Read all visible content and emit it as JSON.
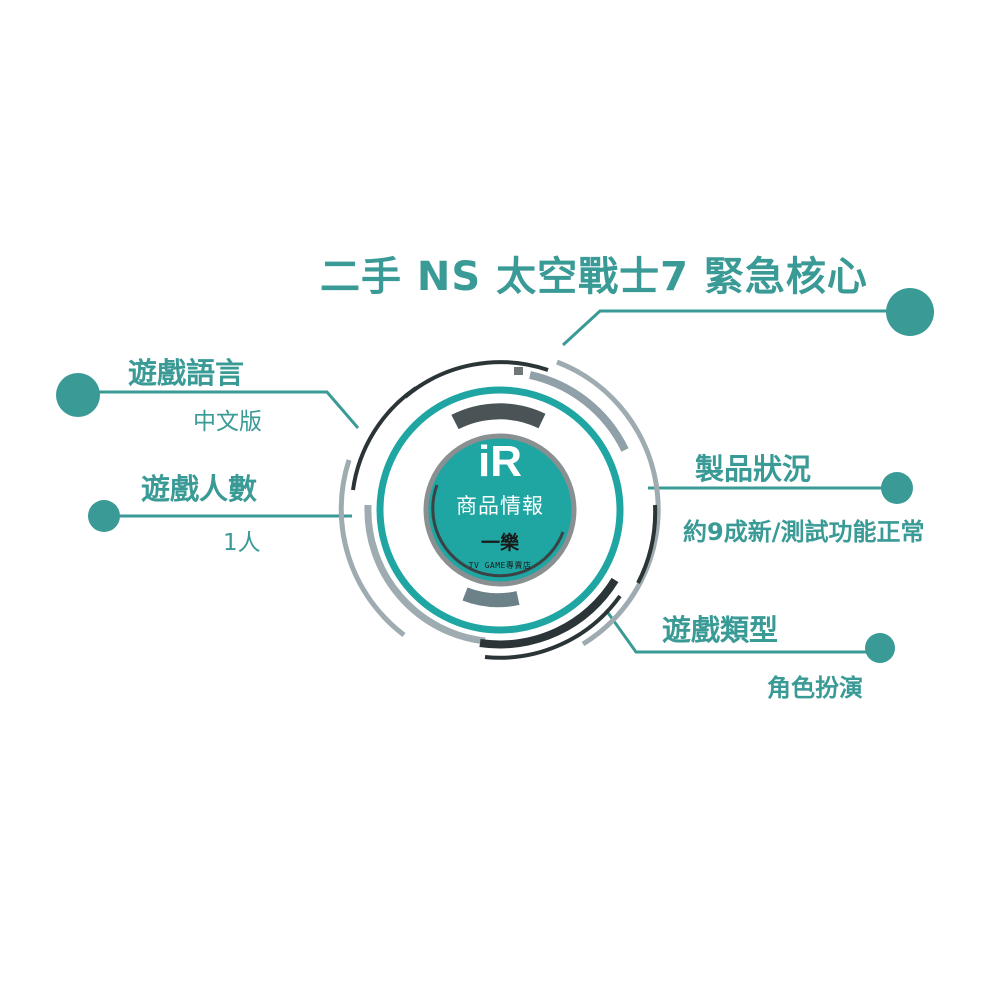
{
  "title": "二手 NS 太空戰士7 緊急核心",
  "center": {
    "logo": "iR",
    "label": "商品情報",
    "brand": "一樂",
    "subtitle": "TV GAME專賣店"
  },
  "fields": [
    {
      "label": "遊戲語言",
      "value": "中文版"
    },
    {
      "label": "遊戲人數",
      "value": "1人"
    },
    {
      "label": "製品狀況",
      "value": "約9成新/測試功能正常"
    },
    {
      "label": "遊戲類型",
      "value": "角色扮演"
    }
  ],
  "colors": {
    "teal": "#3a9a96",
    "teal_bright": "#1fa5a2",
    "dark": "#2b3436",
    "gray": "#8a8f92",
    "light_gray": "#9eabb1",
    "slate": "#4a5356"
  }
}
